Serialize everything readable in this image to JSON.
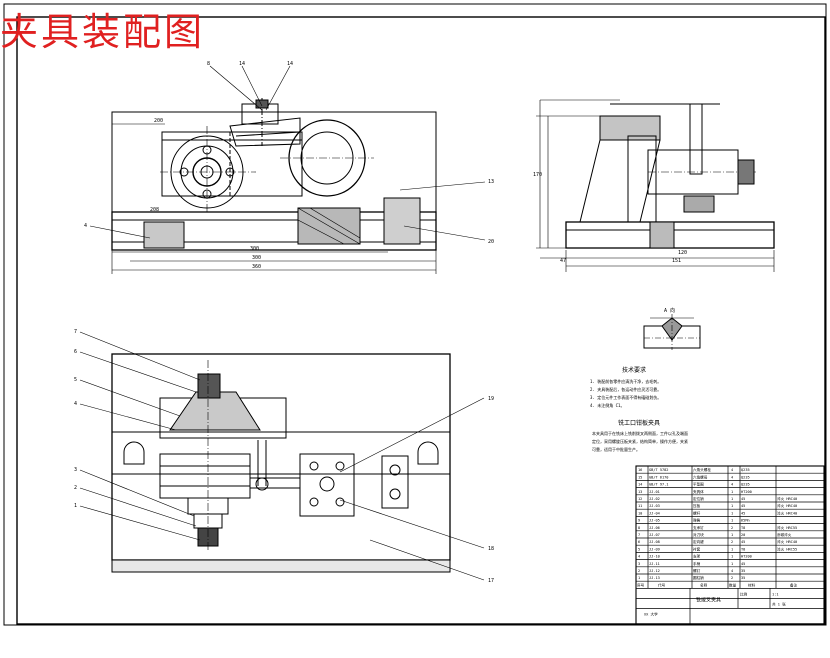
{
  "drawing": {
    "title": "夹具装配图",
    "section_label": "A 向",
    "tech_req_title": "技术要求",
    "tech_req_lines": [
      "1. 装配前各零件应清洗干净，去毛刺。",
      "2. 夹具装配后，各运动件应灵活可靠。",
      "3. 定位元件工作表面不得有磕碰划伤。",
      "4. 未注倒角 C1。"
    ],
    "clamp_title": "铣工口钳板夹具",
    "clamp_lines": [
      "本夹具用于在铣床上铣削拨叉两侧面，工件以孔及端面",
      "定位，采用螺旋压板夹紧，结构简单，操作方便，夹紧",
      "可靠，适用于中批量生产。"
    ],
    "dims": {
      "top_left": "200",
      "overall_1": "300",
      "overall_2": "360",
      "side_h": "170",
      "side_w": "151",
      "side_47": "47",
      "side_mid": "120",
      "label_mid": "208"
    },
    "callouts_front": [
      "8",
      "14",
      "14",
      "4",
      "13",
      "20"
    ],
    "callouts_plan": [
      "7",
      "6",
      "5",
      "4",
      "3",
      "2",
      "1",
      "19",
      "18",
      "17"
    ]
  },
  "bom": {
    "rows": [
      {
        "code": "GB/T 5782",
        "name": "六角头螺栓",
        "qty": "4",
        "mat": "Q235",
        "note": ""
      },
      {
        "code": "GB/T 6170",
        "name": "六角螺母",
        "qty": "4",
        "mat": "Q235",
        "note": ""
      },
      {
        "code": "GB/T 97.1",
        "name": "平垫圈",
        "qty": "4",
        "mat": "Q235",
        "note": ""
      },
      {
        "code": "JJ-01",
        "name": "夹具体",
        "qty": "1",
        "mat": "HT200",
        "note": ""
      },
      {
        "code": "JJ-02",
        "name": "定位销",
        "qty": "1",
        "mat": "45",
        "note": "淬火 HRC40"
      },
      {
        "code": "JJ-03",
        "name": "压板",
        "qty": "1",
        "mat": "45",
        "note": "淬火 HRC40"
      },
      {
        "code": "JJ-04",
        "name": "螺杆",
        "qty": "1",
        "mat": "45",
        "note": "淬火 HRC40"
      },
      {
        "code": "JJ-05",
        "name": "弹簧",
        "qty": "1",
        "mat": "65Mn",
        "note": ""
      },
      {
        "code": "JJ-06",
        "name": "支承钉",
        "qty": "2",
        "mat": "T8",
        "note": "淬火 HRC55"
      },
      {
        "code": "JJ-07",
        "name": "对刀块",
        "qty": "1",
        "mat": "20",
        "note": "渗碳淬火"
      },
      {
        "code": "JJ-08",
        "name": "定向键",
        "qty": "2",
        "mat": "45",
        "note": "淬火 HRC40"
      },
      {
        "code": "JJ-09",
        "name": "衬套",
        "qty": "1",
        "mat": "T8",
        "note": "淬火 HRC55"
      },
      {
        "code": "JJ-10",
        "name": "支架",
        "qty": "1",
        "mat": "HT200",
        "note": ""
      },
      {
        "code": "JJ-11",
        "name": "手柄",
        "qty": "1",
        "mat": "45",
        "note": ""
      },
      {
        "code": "JJ-12",
        "name": "螺钉",
        "qty": "4",
        "mat": "35",
        "note": ""
      },
      {
        "code": "JJ-13",
        "name": "圆柱销",
        "qty": "2",
        "mat": "35",
        "note": ""
      }
    ],
    "header": {
      "seq": "序号",
      "code": "代号",
      "name": "名称",
      "qty": "数量",
      "mat": "材料",
      "note": "备注"
    },
    "title_name": "铣拨叉夹具",
    "scale_label": "比例",
    "scale_value": "1:1",
    "sheet_label": "共 1 张",
    "school": "XX 大学"
  }
}
